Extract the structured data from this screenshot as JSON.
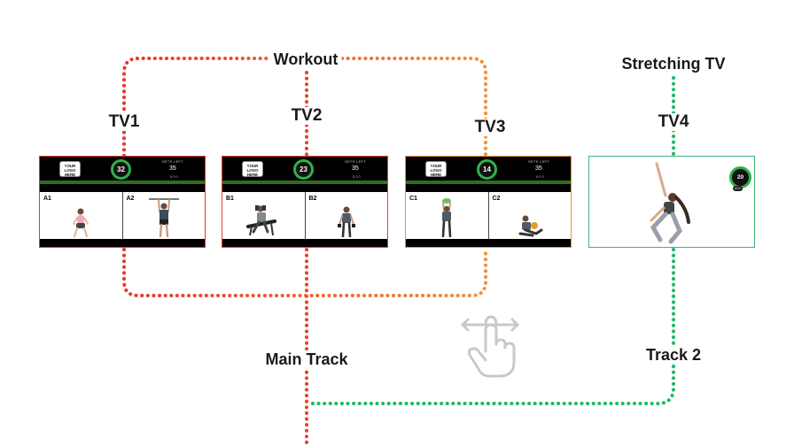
{
  "labels": {
    "workout": "Workout",
    "stretching": "Stretching TV",
    "main_track": "Main Track",
    "track2": "Track 2"
  },
  "screens": [
    {
      "tv": "TV1",
      "logo": "YOUR\nLOGO\nHERE",
      "timer": "32",
      "sets_label": "SETS LEFT",
      "sets": "35",
      "sets_dots": "800",
      "exercises": [
        "A1",
        "A2"
      ]
    },
    {
      "tv": "TV2",
      "logo": "YOUR\nLOGO\nHERE",
      "timer": "23",
      "sets_label": "SETS LEFT",
      "sets": "35",
      "sets_dots": "800",
      "exercises": [
        "B1",
        "B2"
      ]
    },
    {
      "tv": "TV3",
      "logo": "YOUR\nLOGO\nHERE",
      "timer": "14",
      "sets_label": "SETS LEFT",
      "sets": "35",
      "sets_dots": "800",
      "exercises": [
        "C1",
        "C2"
      ]
    }
  ],
  "stretch_screen": {
    "tv": "TV4",
    "timer": "20",
    "sets_dots": "800"
  },
  "icons": {
    "swipe": "swipe-hand-icon"
  },
  "colors": {
    "red": "#e8352b",
    "orange": "#f0903a",
    "green": "#1fb86a",
    "timer_ring": "#2db34a"
  }
}
